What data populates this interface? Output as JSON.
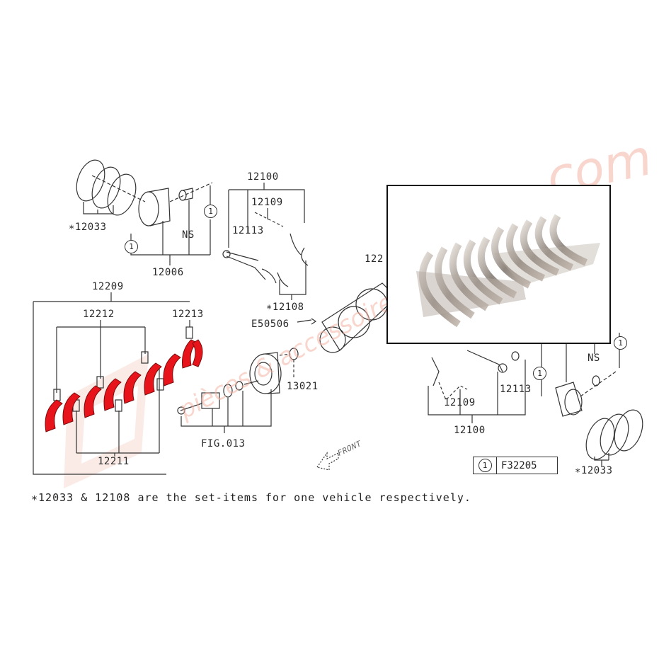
{
  "title": "Crankshaft & piston parts diagram",
  "labels": {
    "ring_set_left": "∗12033",
    "piston_left": "12006",
    "rod_assy_top": "12100",
    "rod_bolt_top": "12109",
    "rod_bushing_top": "12113",
    "rod_bearing_set": "∗12108",
    "crank_partial": "122",
    "bearing_set": "12209",
    "bearing_main": "12212",
    "bearing_thrust": "12213",
    "bearing_lower": "12211",
    "key": "E50506",
    "washer": "13021",
    "fig_ref": "FIG.013",
    "rod_bolt_bottom": "12109",
    "rod_bushing_bottom": "12113",
    "rod_assy_bottom": "12100",
    "ns_left": "NS",
    "ns_right": "NS",
    "ring_set_right": "∗12033",
    "front": "FRONT",
    "circle_ref": "1"
  },
  "legend": {
    "marker": "1",
    "code": "F32205"
  },
  "footnote": "∗12033 & 12108 are the set-items for one vehicle respectively.",
  "watermark": {
    "line1": "pièces & accessoires Subaru",
    "domain": ".com"
  },
  "colors": {
    "highlight": "#e8141c",
    "line": "#333333",
    "watermark": "#f4b5a6"
  }
}
